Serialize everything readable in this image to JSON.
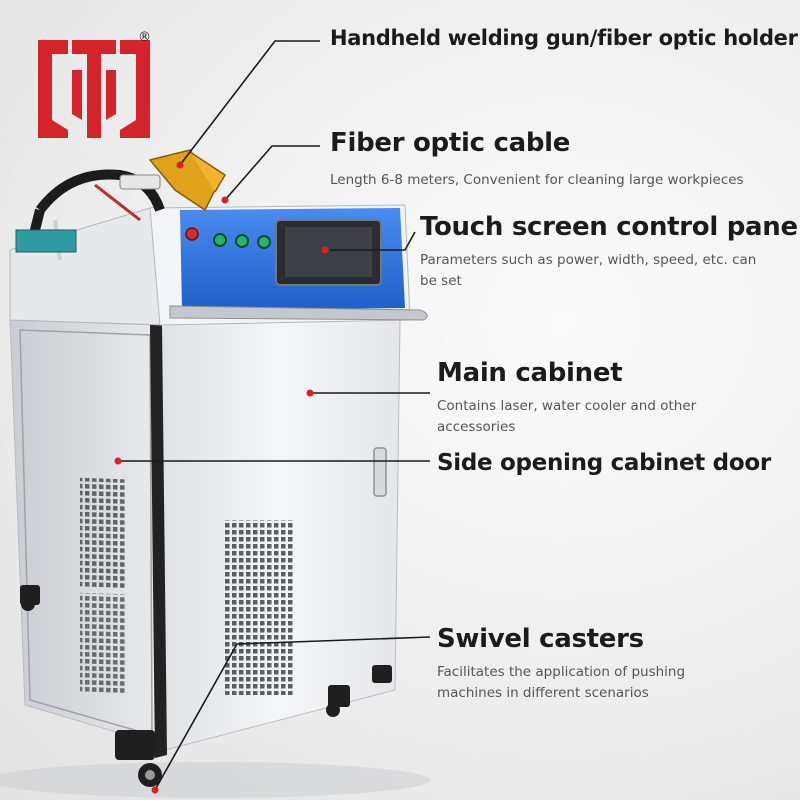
{
  "brand": {
    "registered_mark": "®"
  },
  "colors": {
    "logo_red": "#d4242b",
    "cabinet_white": "#f1f2f4",
    "panel_blue": "#2d6fd6",
    "marker_red": "#e02020"
  },
  "callouts": [
    {
      "title": "Handheld welding gun/fiber optic holder",
      "description": ""
    },
    {
      "title": "Fiber optic cable",
      "description": "Length 6-8 meters, Convenient for cleaning large workpieces"
    },
    {
      "title": "Touch screen control panel",
      "description": "Parameters such as power, width, speed, etc. can be set"
    },
    {
      "title": "Main cabinet",
      "description": "Contains laser, water cooler and other accessories"
    },
    {
      "title": "Side opening cabinet door",
      "description": ""
    },
    {
      "title": "Swivel casters",
      "description": "Facilitates the application of pushing machines in different scenarios"
    }
  ]
}
